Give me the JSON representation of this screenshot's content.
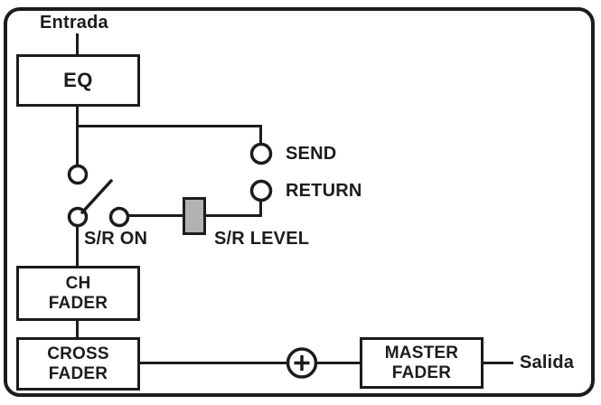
{
  "diagram": {
    "entrada_label": "Entrada",
    "eq_label": "EQ",
    "send_label": "SEND",
    "return_label": "RETURN",
    "sr_on_label": "S/R ON",
    "sr_level_label": "S/R LEVEL",
    "ch_fader": {
      "line1": "CH",
      "line2": "FADER"
    },
    "cross_fader": {
      "line1": "CROSS",
      "line2": "FADER"
    },
    "master_fader": {
      "line1": "MASTER",
      "line2": "FADER"
    },
    "salida_label": "Salida",
    "colors": {
      "line": "#1c1c1c",
      "level_box_fill": "#b2b2b2",
      "background": "#ffffff"
    }
  }
}
